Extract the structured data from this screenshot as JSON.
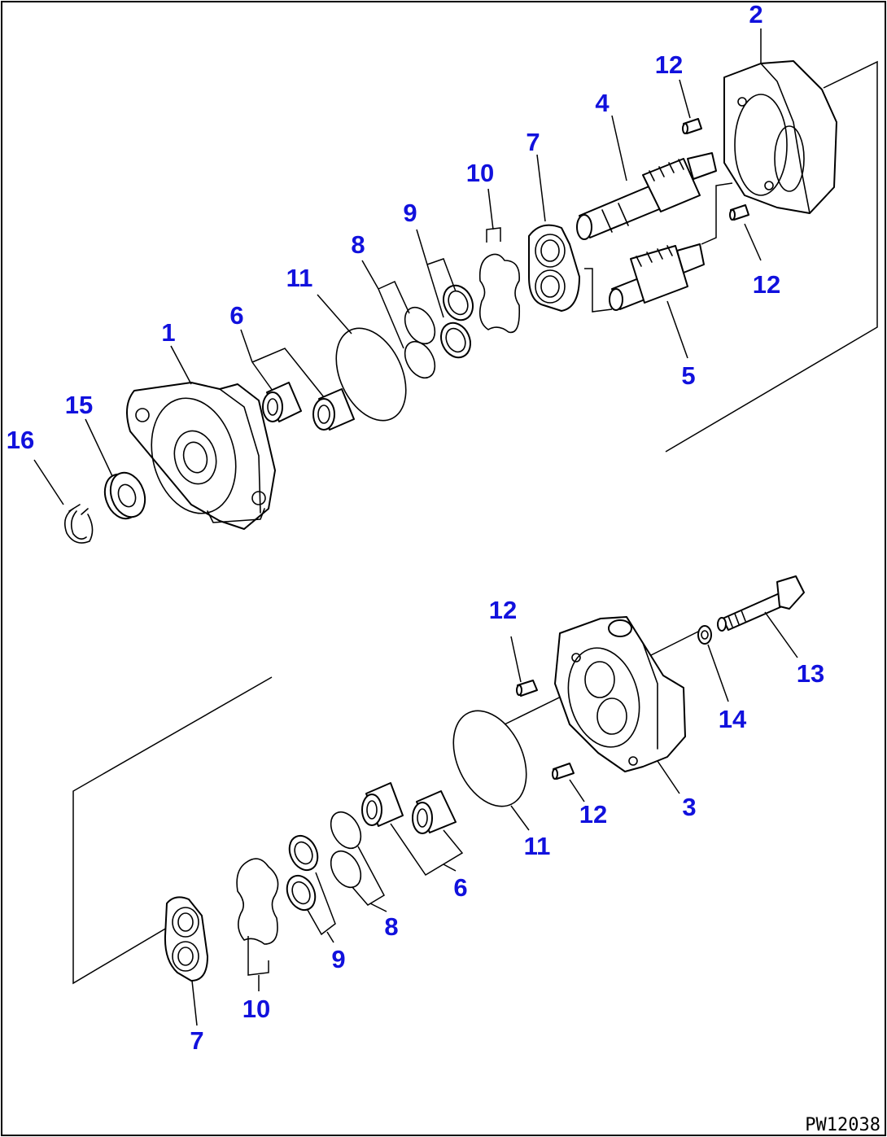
{
  "drawing_code": "PW12038",
  "callouts": {
    "c1": "1",
    "c2": "2",
    "c3": "3",
    "c4": "4",
    "c5": "5",
    "c6a": "6",
    "c6b": "6",
    "c7a": "7",
    "c7b": "7",
    "c8a": "8",
    "c8b": "8",
    "c9a": "9",
    "c9b": "9",
    "c10a": "10",
    "c10b": "10",
    "c11a": "11",
    "c11b": "11",
    "c12a": "12",
    "c12b": "12",
    "c12c": "12",
    "c12d": "12",
    "c13": "13",
    "c14": "14",
    "c15": "15",
    "c16": "16"
  }
}
